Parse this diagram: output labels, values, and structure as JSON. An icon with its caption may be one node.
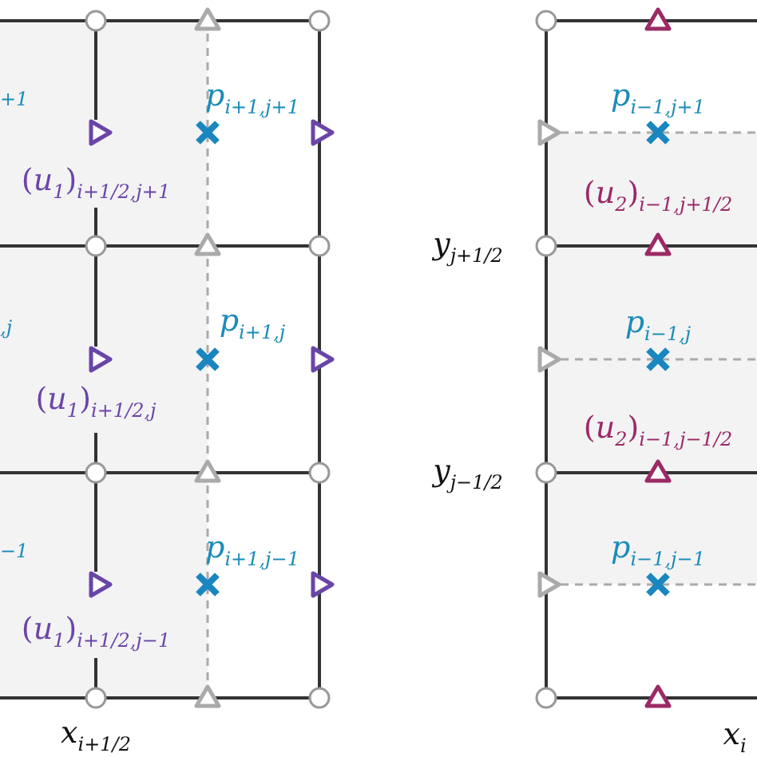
{
  "diagram": {
    "labels": [
      "+1",
      "*p*$_{i+1,j+1}$",
      "(*u*$_{1}$)$_{i+1/2,j+1}$",
      ",j",
      "*p*$_{i+1,j}$",
      "(*u*$_{1}$)$_{i+1/2,j}$",
      "−1",
      "*p*$_{i+1,j−1}$",
      "(*u*$_{1}$)$_{i+1/2,j−1}$",
      "*x*$_{i+1/2}$",
      "*p*$_{i−1,j+1}$",
      "(*u*$_{2}$)$_{i−1,j+1/2}$",
      "*y*$_{j+1/2}$",
      "*p*$_{i−1,j}$",
      "(*u*$_{2}$)$_{i−1,j−1/2}$",
      "*y*$_{j−1/2}$",
      "*p*$_{i−1,j−1}$",
      "*x*$_{i}$"
    ]
  }
}
